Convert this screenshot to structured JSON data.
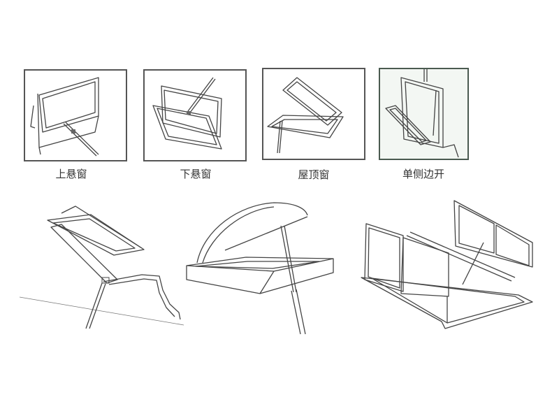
{
  "panels": [
    {
      "label": "上悬窗",
      "icon": "top-hung-window-icon"
    },
    {
      "label": "下悬窗",
      "icon": "bottom-hung-window-icon"
    },
    {
      "label": "屋顶窗",
      "icon": "roof-window-icon"
    },
    {
      "label": "单侧边开",
      "icon": "side-hung-window-icon"
    }
  ],
  "illustrations": [
    {
      "icon": "roof-skylight-window-icon"
    },
    {
      "icon": "dome-skylight-hatch-icon"
    },
    {
      "icon": "double-leaf-smoke-vent-icon"
    }
  ],
  "colors": {
    "border": "#555555",
    "line": "#444444",
    "panel4_bg": "#f3f7f3"
  }
}
